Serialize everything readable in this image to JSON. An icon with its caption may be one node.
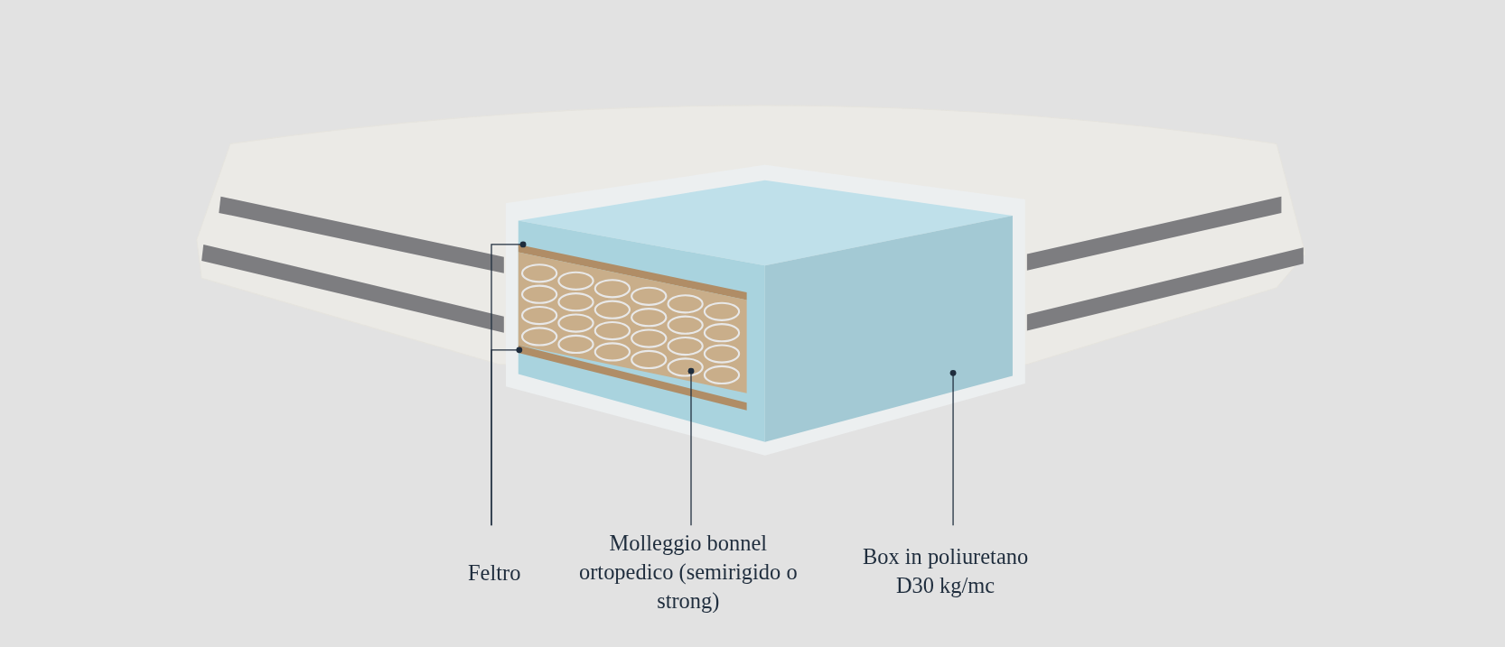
{
  "diagram": {
    "nodes": [
      {
        "text": [
          "Feltro"
        ]
      },
      {
        "text": [
          "Molleggio bonnel ortopedico (semirigido o strong)"
        ]
      },
      {
        "text": [
          "Box in poliuretano D30 kg/mc"
        ]
      },
      {
        "text": [],
        "shape": "box"
      },
      {
        "text": [],
        "shape": "bar",
        "in": 3
      },
      {
        "text": [],
        "shape": "picture",
        "in": 3
      },
      {
        "text": [],
        "shape": "bar",
        "in": 3
      }
    ],
    "edges": [
      {
        "from": 0,
        "to": 4,
        "arrow": "other"
      },
      {
        "from": 0,
        "to": 6,
        "arrow": "other"
      },
      {
        "from": 1,
        "to": 5,
        "arrow": "other"
      },
      {
        "from": 2,
        "to": 3,
        "arrow": "other"
      }
    ]
  }
}
